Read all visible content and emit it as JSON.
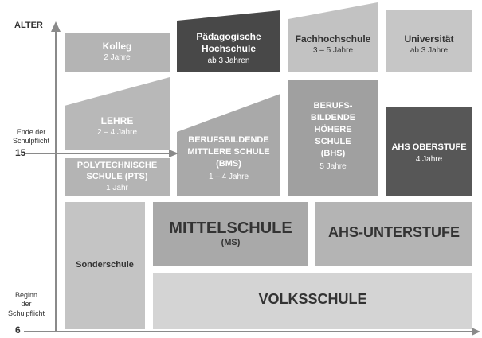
{
  "axis": {
    "title": "ALTER",
    "end_label": [
      "Ende der",
      "Schulpflicht"
    ],
    "end_age": "15",
    "begin_label": [
      "Beginn",
      "der",
      "Schulpflicht"
    ],
    "begin_age": "6"
  },
  "schools": {
    "kolleg": {
      "name": "Kolleg",
      "duration": "2 Jahre"
    },
    "paed_hochschule": {
      "name": [
        "Pädagogische",
        "Hochschule"
      ],
      "duration": "ab 3 Jahren"
    },
    "fachhochschule": {
      "name": "Fachhochschule",
      "duration": "3 – 5 Jahre"
    },
    "universitaet": {
      "name": "Universität",
      "duration": "ab 3 Jahre"
    },
    "lehre": {
      "name": "LEHRE",
      "duration": "2 – 4 Jahre"
    },
    "bms": {
      "name": [
        "BERUFSBILDENDE",
        "MITTLERE SCHULE",
        "(BMS)"
      ],
      "duration": "1 – 4 Jahre"
    },
    "bhs": {
      "name": [
        "BERUFS-",
        "BILDENDE",
        "HÖHERE",
        "SCHULE",
        "(BHS)"
      ],
      "duration": "5 Jahre"
    },
    "ahs_oberstufe": {
      "name": "AHS OBERSTUFE",
      "duration": "4 Jahre"
    },
    "pts": {
      "name": [
        "POLYTECHNISCHE",
        "SCHULE (PTS)"
      ],
      "duration": "1 Jahr"
    },
    "sonderschule": {
      "name": "Sonderschule"
    },
    "mittelschule": {
      "name": "MITTELSCHULE",
      "abbr": "(MS)"
    },
    "ahs_unterstufe": {
      "name": "AHS-UNTERSTUFE"
    },
    "volksschule": {
      "name": "VOLKSSCHULE"
    }
  },
  "colors": {
    "light": "#d2d2d2",
    "medium": "#b0b0b0",
    "mediumdark": "#9a9a9a",
    "dark": "#4a4a4a",
    "darker": "#5c5c5c",
    "axis": "#8a8a8a",
    "text_dark": "#333333"
  }
}
